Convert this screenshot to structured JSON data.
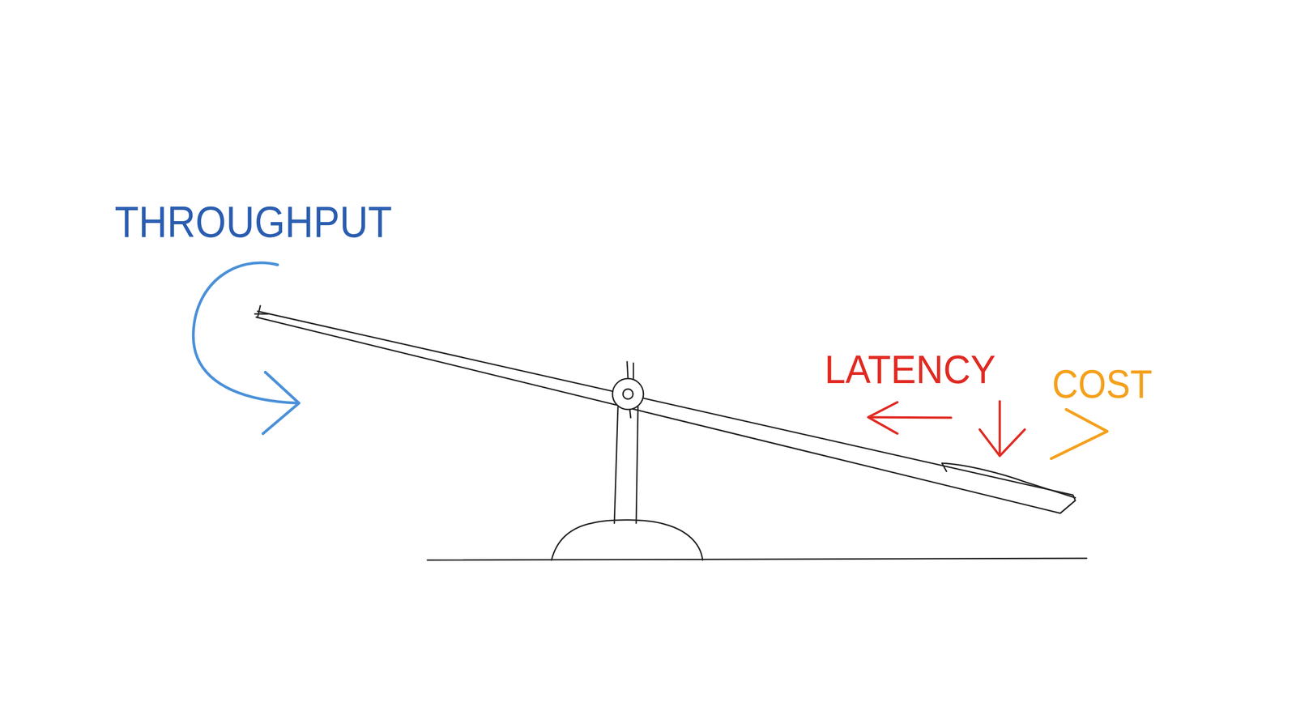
{
  "diagram": {
    "labels": [
      "THROUGHPUT",
      "LATENCY",
      "COST"
    ]
  }
}
